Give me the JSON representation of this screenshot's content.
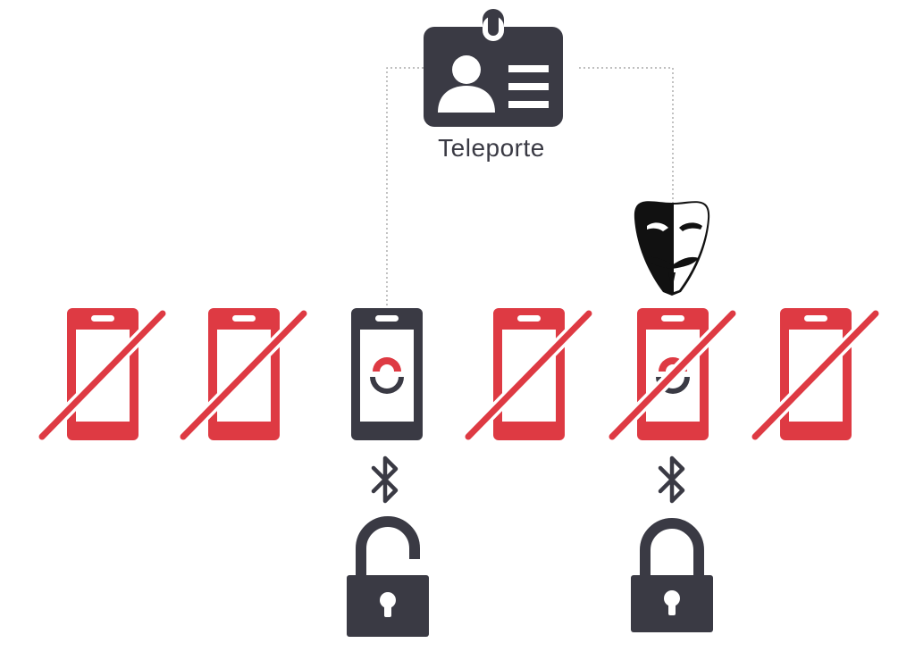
{
  "diagram": {
    "server": {
      "label": "Teleporte",
      "icon": "id-badge-icon"
    },
    "attacker": {
      "icon": "guy-fawkes-mask-icon"
    },
    "colors": {
      "dark": "#3a3a44",
      "red": "#de3a43",
      "connector": "#999999",
      "white": "#ffffff"
    },
    "phones": [
      {
        "id": "phone-1",
        "status": "blocked",
        "icon": "phone-crossed-icon"
      },
      {
        "id": "phone-2",
        "status": "blocked",
        "icon": "phone-crossed-icon"
      },
      {
        "id": "phone-3",
        "status": "trusted",
        "icon": "phone-app-icon"
      },
      {
        "id": "phone-4",
        "status": "blocked",
        "icon": "phone-crossed-icon"
      },
      {
        "id": "phone-5",
        "status": "compromised",
        "icon": "phone-app-crossed-icon"
      },
      {
        "id": "phone-6",
        "status": "blocked",
        "icon": "phone-crossed-icon"
      }
    ],
    "links": [
      {
        "icon": "bluetooth-icon",
        "lock_icon": "lock-open-icon",
        "lock_state": "unlocked"
      },
      {
        "icon": "bluetooth-icon",
        "lock_icon": "lock-closed-icon",
        "lock_state": "locked"
      }
    ]
  }
}
